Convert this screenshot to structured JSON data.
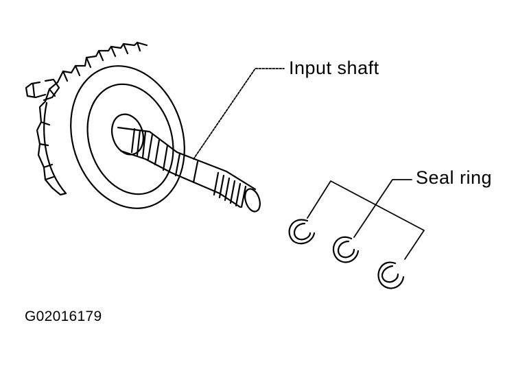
{
  "labels": {
    "input_shaft": "Input shaft",
    "seal_ring": "Seal ring"
  },
  "figure_code": "G02016179",
  "colors": {
    "ink": "#000000",
    "paper": "#ffffff"
  }
}
